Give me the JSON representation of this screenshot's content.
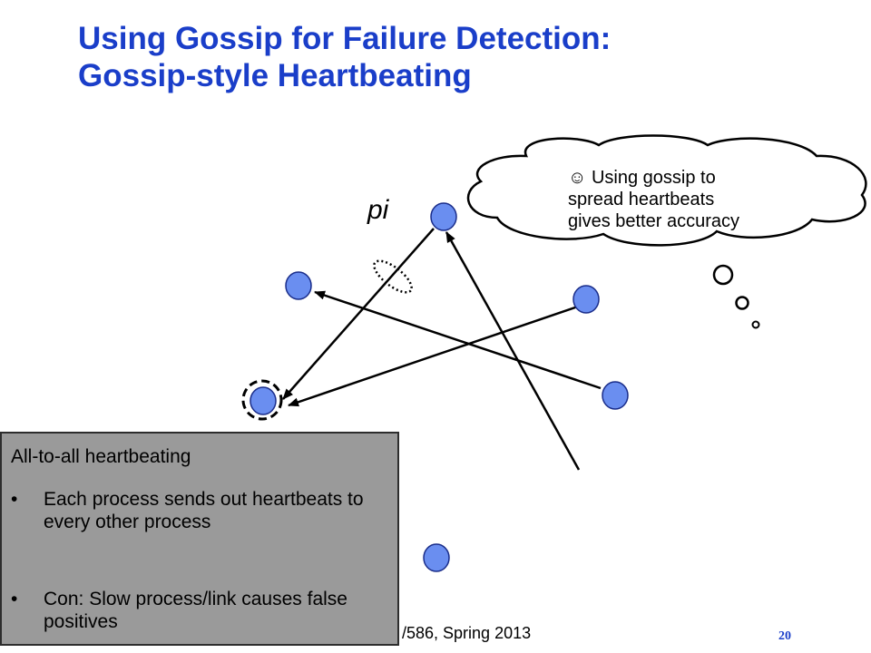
{
  "slide": {
    "title_line1": "Using Gossip for Failure Detection:",
    "title_line2": "Gossip-style Heartbeating",
    "process_label": "pi",
    "thought_bubble": {
      "icon": "smiley-icon",
      "line1": "☺ Using gossip to",
      "line2": "spread heartbeats",
      "line3": "gives better accuracy"
    },
    "panel": {
      "heading": "All-to-all heartbeating",
      "bullets": [
        "Each process sends out heartbeats to every other process",
        "Con: Slow process/link causes false positives"
      ]
    },
    "footer": "/586, Spring 2013",
    "page_number": "20"
  },
  "colors": {
    "title": "#1a3ec9",
    "node_fill": "#6a8ef0",
    "node_stroke": "#1a2d8a",
    "panel_bg": "#9a9a9a",
    "page_number": "#1a3ec9"
  }
}
